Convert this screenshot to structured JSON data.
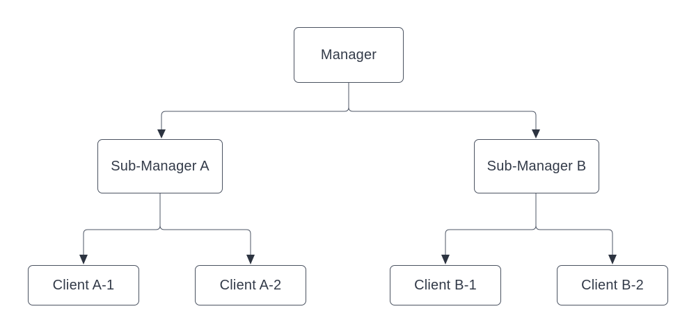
{
  "diagram": {
    "type": "org-chart",
    "colors": {
      "node_fill": "#ffffff",
      "node_border": "#4a5260",
      "connector": "#4d5565",
      "arrowhead": "#2d3441",
      "text": "#323a48",
      "background": "#ffffff"
    },
    "nodes": {
      "manager": {
        "label": "Manager"
      },
      "sub_manager_a": {
        "label": "Sub-Manager A"
      },
      "sub_manager_b": {
        "label": "Sub-Manager B"
      },
      "client_a1": {
        "label": "Client A-1"
      },
      "client_a2": {
        "label": "Client A-2"
      },
      "client_b1": {
        "label": "Client B-1"
      },
      "client_b2": {
        "label": "Client B-2"
      }
    },
    "edges": [
      {
        "from": "manager",
        "to": "sub_manager_a"
      },
      {
        "from": "manager",
        "to": "sub_manager_b"
      },
      {
        "from": "sub_manager_a",
        "to": "client_a1"
      },
      {
        "from": "sub_manager_a",
        "to": "client_a2"
      },
      {
        "from": "sub_manager_b",
        "to": "client_b1"
      },
      {
        "from": "sub_manager_b",
        "to": "client_b2"
      }
    ]
  }
}
